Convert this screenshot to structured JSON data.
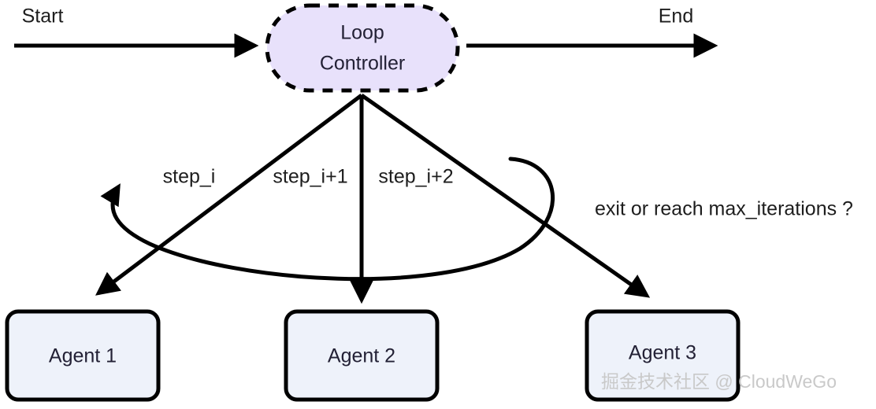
{
  "diagram": {
    "title_terminals": {
      "start_label": "Start",
      "end_label": "End"
    },
    "controller": {
      "line1": "Loop",
      "line2": "Controller",
      "fill": "#e8e1fb",
      "stroke": "#000000",
      "border_style": "dashed"
    },
    "branch_labels": [
      {
        "text": "step_i"
      },
      {
        "text": "step_i+1"
      },
      {
        "text": "step_i+2"
      }
    ],
    "feedback_label": "exit or reach max_iterations ?",
    "agents": [
      {
        "label": "Agent 1",
        "fill": "#eef2fa",
        "stroke": "#000000"
      },
      {
        "label": "Agent 2",
        "fill": "#eef2fa",
        "stroke": "#000000"
      },
      {
        "label": "Agent 3",
        "fill": "#eef2fa",
        "stroke": "#000000"
      }
    ],
    "watermark": "掘金技术社区 @ CloudWeGo",
    "colors": {
      "background": "#ffffff",
      "edge": "#000000",
      "text": "#232135",
      "watermark": "#c9c9c9"
    }
  }
}
